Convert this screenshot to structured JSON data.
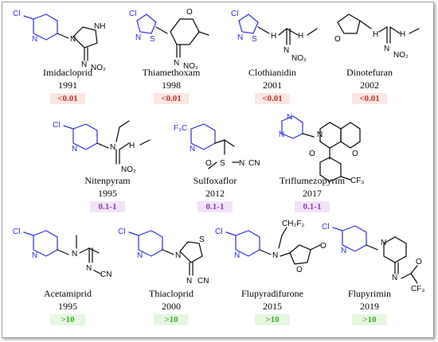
{
  "compounds": [
    {
      "name": "Imidacloprid",
      "year": "1991",
      "value": "<0.01",
      "level": "low"
    },
    {
      "name": "Thiamethoxam",
      "year": "1998",
      "value": "<0.01",
      "level": "low"
    },
    {
      "name": "Clothianidin",
      "year": "2001",
      "value": "<0.01",
      "level": "low"
    },
    {
      "name": "Dinotefuran",
      "year": "2002",
      "value": "<0.01",
      "level": "low"
    },
    {
      "name": "Nitenpyram",
      "year": "1995",
      "value": "0.1-1",
      "level": "mid"
    },
    {
      "name": "Sulfoxaflor",
      "year": "2012",
      "value": "0.1-1",
      "level": "mid"
    },
    {
      "name": "Triflumezopyrim",
      "year": "2017",
      "value": "0.1-1",
      "level": "mid"
    },
    {
      "name": "Acetamiprid",
      "year": "1995",
      "value": ">10",
      "level": "high"
    },
    {
      "name": "Thiacloprid",
      "year": "2000",
      "value": ">10",
      "level": "high"
    },
    {
      "name": "Flupyradifurone",
      "year": "2015",
      "value": ">10",
      "level": "high"
    },
    {
      "name": "Flupyrimin",
      "year": "2019",
      "value": ">10",
      "level": "high"
    }
  ],
  "atom_labels": {
    "cl": "Cl",
    "n": "N",
    "nh": "NH",
    "h": "H",
    "o": "O",
    "s": "S",
    "no2": "NO₂",
    "cn": "CN",
    "cf3": "CF₃",
    "f3c": "F₃C",
    "chf2": "CH₂F₂"
  },
  "colors": {
    "low_text": "#b8342a",
    "low_bg": "#fbe7e4",
    "mid_text": "#8a3ab8",
    "mid_bg": "#f1e4f7",
    "high_text": "#3fa82c",
    "high_bg": "#e6f6e0",
    "ring_blue": "#2a2ad8",
    "cf2_green": "#1f9e3a"
  }
}
